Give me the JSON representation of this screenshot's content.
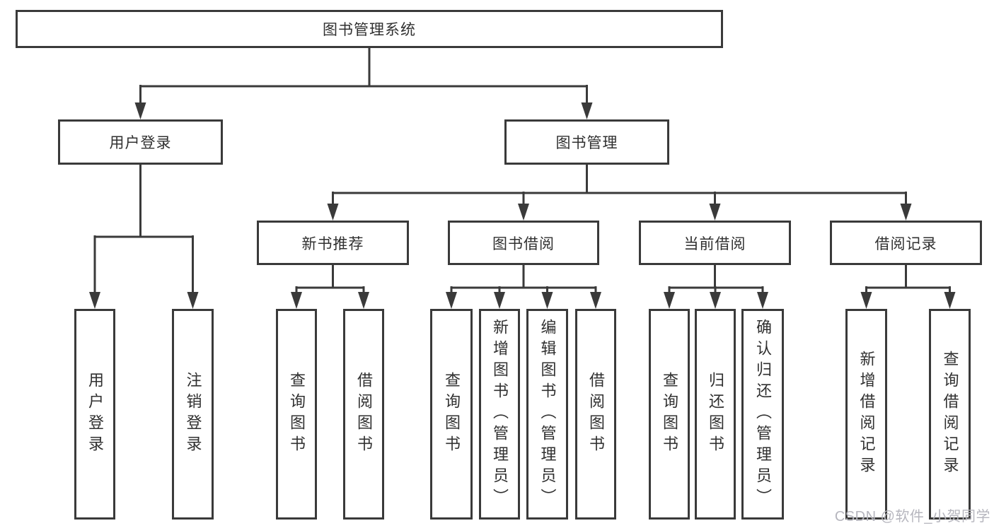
{
  "diagram": {
    "root": "图书管理系统",
    "level2": {
      "user_login": "用户登录",
      "book_management": "图书管理"
    },
    "level3": {
      "new_book_recommend": "新书推荐",
      "book_borrow": "图书借阅",
      "current_borrow": "当前借阅",
      "borrow_records": "借阅记录"
    },
    "leaves": {
      "user_login": "用户登录",
      "logout_login": "注销登录",
      "nb_query_books": "查询图书",
      "nb_borrow_books": "借阅图书",
      "bb_query_books": "查询图书",
      "bb_add_books": "新增图书（管理员）",
      "bb_edit_books": "编辑图书（管理员）",
      "bb_borrow_books": "借阅图书",
      "cb_query_books": "查询图书",
      "cb_return_books": "归还图书",
      "cb_confirm_return": "确认归还（管理员）",
      "br_add_record": "新增借阅记录",
      "br_query_record": "查询借阅记录"
    }
  },
  "watermark": "CSDN @软件_小贺同学",
  "colors": {
    "line": "#3a3a3a",
    "text": "#303030",
    "box_background": "#ffffff",
    "watermark": "#b6b6be",
    "page_background": "#ffffff"
  }
}
